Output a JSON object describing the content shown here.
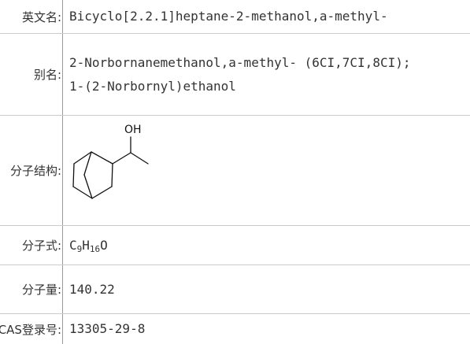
{
  "rows": {
    "english_name": {
      "label": "英文名:",
      "value": "Bicyclo[2.2.1]heptane-2-methanol,a-methyl-"
    },
    "alias": {
      "label": "别名:",
      "values": [
        "2-Norbornanemethanol,a-methyl- (6CI,7CI,8CI);",
        "1-(2-Norbornyl)ethanol"
      ]
    },
    "structure": {
      "label": "分子结构:",
      "oh_label": "OH"
    },
    "formula": {
      "label": "分子式:",
      "c": "C",
      "c_sub": "9",
      "h": "H",
      "h_sub": "16",
      "o": "O"
    },
    "weight": {
      "label": "分子量:",
      "value": "140.22"
    },
    "cas": {
      "label": "CAS登录号:",
      "value": "13305-29-8"
    }
  }
}
